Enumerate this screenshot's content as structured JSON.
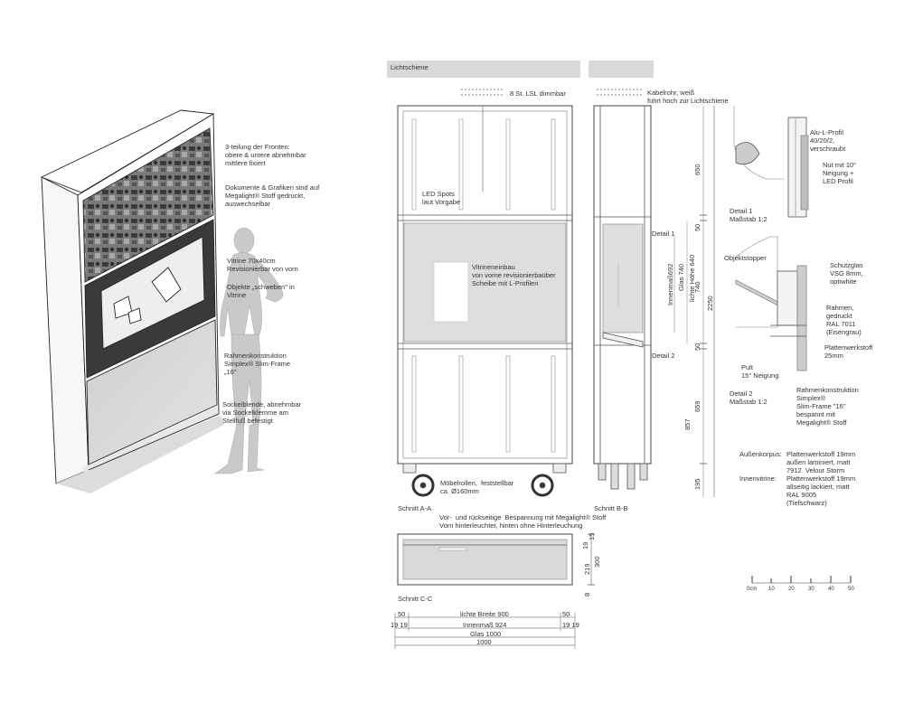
{
  "sketch": {
    "annotations": [
      {
        "key": "a1",
        "text": "3-teilung der Fronten:\nobere & untere abnehmbar\nmittlere fixiert"
      },
      {
        "key": "a2",
        "text": "Dokumente & Grafiken sind auf\nMegalight® Stoff gedruckt,\nauswechselbar"
      },
      {
        "key": "a3",
        "text": "Vitrine 70x40cm\nRevisionierbar von vorn"
      },
      {
        "key": "a4",
        "text": "Objekte „schweben\" in\nVitrine"
      },
      {
        "key": "a5",
        "text": "Rahmenkonstruktion\nSimplex® Slim-Frame\n„16\""
      },
      {
        "key": "a6",
        "text": "Sockelblende, abnehmbar\nvia Sockelklemme am\nStellfuß befestigt"
      }
    ]
  },
  "section_aa": {
    "header": "Lichtschiene",
    "title": "Schnitt A-A",
    "lsl": "8 St. LSL dimmbar",
    "led": "LED Spots\nlaut Vorgabe",
    "vitrine": "Vitrineneinbau\nvon vorne revisionierbaüber\nScheibe mit L-Profilen",
    "rollen": "Möbelrollen,  feststellbar\nca. Ø160mm",
    "bespannung": "Vor-  und rückseitige  Bespannung mit Megalight® Stoff\nVorn hinterleuchtet, hinten ohne Hinterleuchung"
  },
  "section_bb": {
    "title": "Schnitt B-B",
    "kabel": "Kabelrohr, weiß\nführt hoch zur Lichtschiene",
    "detail1": "Detail 1",
    "detail2": "Detail 2",
    "dims": [
      "650",
      "50",
      "740",
      "50",
      "659",
      "857",
      "195",
      "2250"
    ],
    "inner": [
      "Innenmaß692",
      "Glas 740",
      "lichte Höhe 640"
    ]
  },
  "section_cc": {
    "title": "Schnitt C-C",
    "side_dims": [
      "15",
      "19",
      "300",
      "219",
      "8"
    ],
    "dim_rows": [
      {
        "key": "r1",
        "left": "50",
        "center": "lichte Breite 900",
        "right": "50"
      },
      {
        "key": "r2",
        "left": "19 19",
        "center": "Innenmaß 924",
        "right": "19 19"
      },
      {
        "key": "r3",
        "left": "",
        "center": "Glas 1000",
        "right": ""
      },
      {
        "key": "r4",
        "left": "",
        "center": "1000",
        "right": ""
      }
    ]
  },
  "details": {
    "d1": {
      "label": "Detail 1\nMaßstab 1:2",
      "notes": [
        "Alu-L-Profil\n40/20/2,\nverschraubt",
        "Nut mit 10°\nNeigung +\nLED Profil"
      ]
    },
    "d2": {
      "label": "Detail 2\nMaßstab 1:2",
      "notes": [
        "Objektstopper",
        "Schutzglas\nVSG 8mm,\noptiwhite",
        "Rahmen,\ngedruckt\nRAL 7011\n(Eisengrau)",
        "Plattenwerkstoff\n25mm",
        "Pult\n15° Neigung",
        "Rahmenkonstruktion\nSimplex®\nSlim-Frame \"16\"\nbespannt mit\nMegalight® Stoff"
      ]
    }
  },
  "materials": [
    {
      "key": "m1",
      "label": "Außenkorpus:",
      "text": "Plattenwerkstoff 19mm\naußen laminiert, matt\n7912  Velour Storm"
    },
    {
      "key": "m2",
      "label": "Innenvitrine:",
      "text": "Plattenwerkstoff 19mm\nallseitig lackiert, matt\nRAL 9005\n(Tiefschwarz)"
    }
  ],
  "scale_bar": {
    "ticks": [
      "0cm",
      "10",
      "20",
      "30",
      "40",
      "50"
    ]
  }
}
